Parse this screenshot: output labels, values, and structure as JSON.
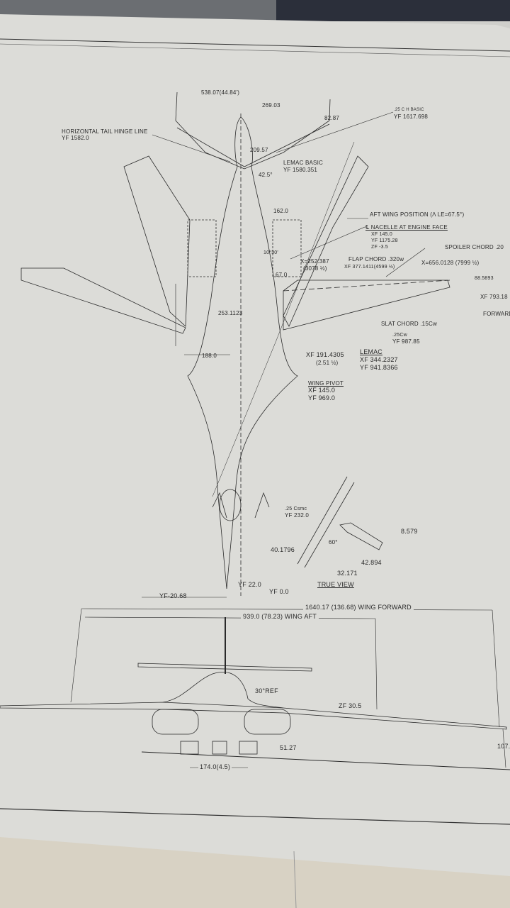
{
  "drawing": {
    "top_view_labels": {
      "span_tail": "538.07(44.84')",
      "half_span_tail": "269.03",
      "tail_tip_chord": "82.87",
      "tail_quarter_chord": ".25 C H BASIC",
      "tail_quarter_chord_y": "YF 1617.698",
      "horizontal_tail_hinge_line": "HORIZONTAL TAIL HINGE LINE",
      "hinge_line_y": "YF 1582.0",
      "tail_dim": "209.57",
      "lemac_basic": "LEMAC BASIC",
      "lemac_basic_y": "YF 1580.351",
      "tail_sweep": "42.5°",
      "nacelle_width": "162.0",
      "aft_wing_position": "AFT WING POSITION (Λ LE=67.5°)",
      "nacelle_title": "℄ NACELLE AT ENGINE FACE",
      "nacelle_x": "XF 145.0",
      "nacelle_y": "YF 1175.28",
      "nacelle_z": "ZF -3.5",
      "spoiler_chord": "SPOILER CHORD .20",
      "nacelle_angle": "10°30'",
      "x_station_1": "X=252.387",
      "x_station_1_sub": "(3078 ½)",
      "flap_chord": "FLAP CHORD .320w",
      "flap_x": "XF 377.1411(4599 ½)",
      "x_station_2": "X=656.0128 (7999 ½)",
      "tip_chord": "88.5893",
      "nacelle_dim": "67.0",
      "tip_x": "XF 793.18",
      "forward": "FORWARD",
      "body_dim": "253.1123",
      "slat_chord": "SLAT CHORD .15Cw",
      "wing_quarter_chord": ".25Cw",
      "wing_quarter_chord_y": "YF 987.85",
      "x_pivot_region": "XF 191.4305",
      "x_pivot_region_sub": "(2.51 ½)",
      "lemac": "LEMAC",
      "lemac_x": "XF 344.2327",
      "lemac_y": "YF 941.8366",
      "pivot_spacing": "188.0",
      "wing_pivot": "WING PIVOT",
      "wing_pivot_x": "XF 145.0",
      "wing_pivot_y": "YF 969.0",
      "canard_chord": ".25 Csmc",
      "canard_y": "YF 232.0",
      "nose_y": "YF 22.0",
      "datum_y": "YF 0.0",
      "ref_y": "YF-20.68"
    },
    "true_view": {
      "dim_a": "8.579",
      "angle": "60°",
      "dim_b": "40.1796",
      "dim_c": "42.894",
      "dim_d": "32.171",
      "title": "TRUE VIEW"
    },
    "front_view_labels": {
      "span_forward": "1640.17 (136.68) WING FORWARD",
      "span_aft": "939.0 (78.23) WING AFT",
      "ref_angle": "30°REF",
      "z_level": "ZF 30.5",
      "ground_clearance": "51.27",
      "height": "107.",
      "track": "174.0(4.5)"
    }
  }
}
